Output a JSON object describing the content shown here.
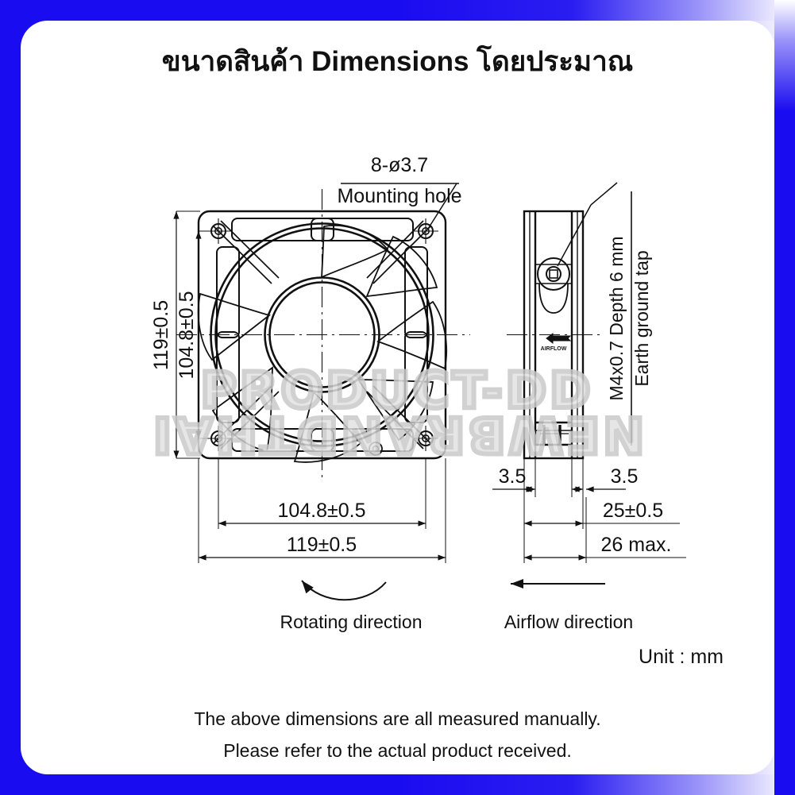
{
  "page": {
    "title": "ขนาดสินค้า Dimensions โดยประมาณ",
    "unit_label": "Unit : mm",
    "note_line1": "The above dimensions are all measured manually.",
    "note_line2": "Please refer to the actual product received.",
    "border_color": "#1a0cf0",
    "ink_color": "#111111",
    "background": "#ffffff"
  },
  "watermark": {
    "line1": "PRODUCT-DD",
    "line2": "NEWBRANDTHAI",
    "color": "#d2d2d2"
  },
  "drawing": {
    "type": "engineering-dimension-drawing",
    "subject": "axial cooling fan 119 x 119 x 25 mm",
    "front_view": {
      "name": "front-view",
      "callout_top_line1": "8-ø3.7",
      "callout_top_line2": "Mounting hole",
      "dim_left_outer": "119±0.5",
      "dim_left_inner": "104.8±0.5",
      "dim_bottom_inner": "104.8±0.5",
      "dim_bottom_outer": "119±0.5",
      "blade_count": 7,
      "mounting_hole_count": 4
    },
    "side_view": {
      "name": "side-view",
      "callout_line1": "M4x0.7 Depth 6 mm",
      "callout_line2": "Earth ground tap",
      "dim_left_flange": "3.5",
      "dim_right_flange": "3.5",
      "dim_depth": "25±0.5",
      "dim_depth_max": "26 max.",
      "airflow_tag": "AIRFLOW"
    },
    "legends": {
      "rotating_direction": "Rotating direction",
      "airflow_direction": "Airflow direction"
    }
  }
}
